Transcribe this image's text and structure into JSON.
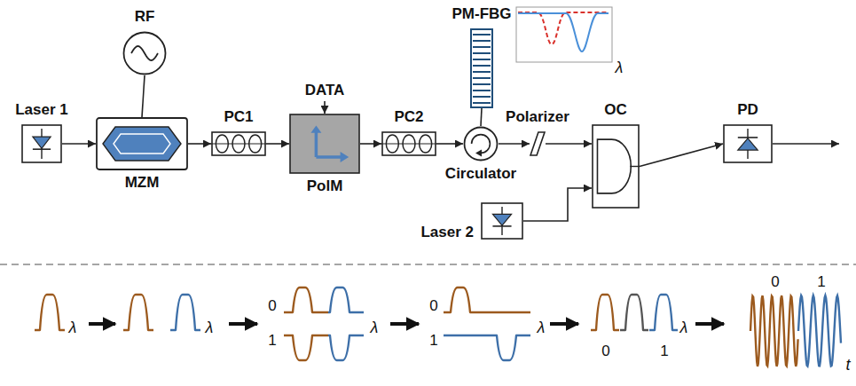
{
  "diagram": {
    "nodes": [
      {
        "text": [
          "Laser 1"
        ]
      },
      {
        "text": [
          "RF"
        ]
      },
      {
        "text": [
          "MZM"
        ]
      },
      {
        "text": [
          "PC1"
        ]
      },
      {
        "text": [
          "PolM"
        ]
      },
      {
        "text": [
          "PC2"
        ]
      },
      {
        "text": [
          "PM-FBG"
        ]
      },
      {
        "text": [
          "Circulator"
        ]
      },
      {
        "text": [
          "Polarizer"
        ]
      },
      {
        "text": [
          "OC"
        ]
      },
      {
        "text": [
          "Laser 2"
        ]
      },
      {
        "text": [
          "PD"
        ]
      }
    ],
    "edges": [
      {
        "from": 0,
        "to": 2,
        "arrow": "to"
      },
      {
        "from": 1,
        "to": 2,
        "arrow": "none"
      },
      {
        "from": 2,
        "to": 3,
        "arrow": "to"
      },
      {
        "from": 3,
        "to": 4,
        "arrow": "to"
      },
      {
        "from": 4,
        "to": 5,
        "arrow": "to"
      },
      {
        "from": 5,
        "to": 7,
        "arrow": "to"
      },
      {
        "from": 7,
        "to": 6,
        "arrow": "none"
      },
      {
        "from": 7,
        "to": 8,
        "arrow": "to"
      },
      {
        "from": 8,
        "to": 9,
        "arrow": "to"
      },
      {
        "from": 10,
        "to": 9,
        "arrow": "to"
      },
      {
        "from": 9,
        "to": 11,
        "arrow": "to"
      }
    ],
    "labels": [
      "DATA",
      "λ",
      "λ",
      "λ",
      "0",
      "1",
      "λ",
      "0",
      "1",
      "λ",
      "λ",
      "0",
      "1",
      "0",
      "1",
      "t"
    ]
  }
}
